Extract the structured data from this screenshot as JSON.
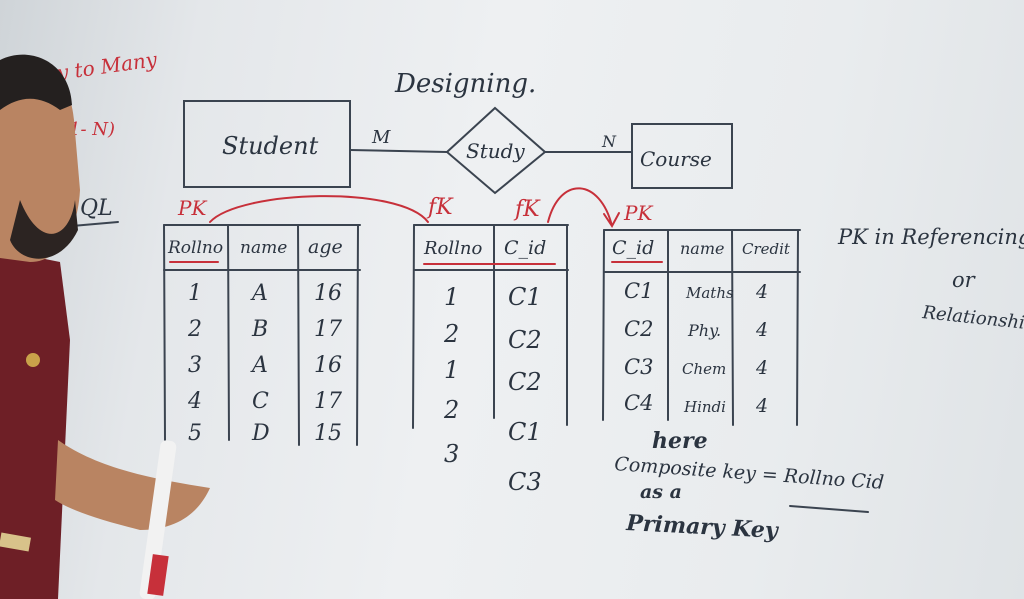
{
  "margin_notes": {
    "many_to_many": "y to Many",
    "one_to_n": "(1- N)",
    "sql": "QL"
  },
  "title": "Designing.",
  "er": {
    "entity_left": "Student",
    "relationship": "Study",
    "entity_right": "Course",
    "card_left": "M",
    "card_right": "N"
  },
  "labels": {
    "pk1": "PK",
    "fk1": "fK",
    "fk2": "fK",
    "pk2": "PK"
  },
  "student_table": {
    "headers": [
      "Rollno",
      "name",
      "age"
    ],
    "rows": [
      [
        "1",
        "A",
        "16"
      ],
      [
        "2",
        "B",
        "17"
      ],
      [
        "3",
        "A",
        "16"
      ],
      [
        "4",
        "C",
        "17"
      ],
      [
        "5",
        "D",
        "15"
      ]
    ]
  },
  "study_table": {
    "headers": [
      "Rollno",
      "C_id"
    ],
    "rows": [
      [
        "1",
        "C1"
      ],
      [
        "2",
        "C2"
      ],
      [
        "1",
        "C2"
      ],
      [
        "2",
        "C1"
      ],
      [
        "3",
        "C3"
      ]
    ]
  },
  "course_table": {
    "headers": [
      "C_id",
      "name",
      "Credit"
    ],
    "rows": [
      [
        "C1",
        "Maths",
        "4"
      ],
      [
        "C2",
        "Phy.",
        "4"
      ],
      [
        "C3",
        "Chem",
        "4"
      ],
      [
        "C4",
        "Hindi",
        "4"
      ]
    ]
  },
  "notes": {
    "right_1": "PK in Referencing",
    "right_2": "or",
    "right_3": "Relationship",
    "composite_line": "Composite key = Rollno Cid",
    "here": "here",
    "as_a": "as a",
    "primary_key": "Primary Key"
  }
}
